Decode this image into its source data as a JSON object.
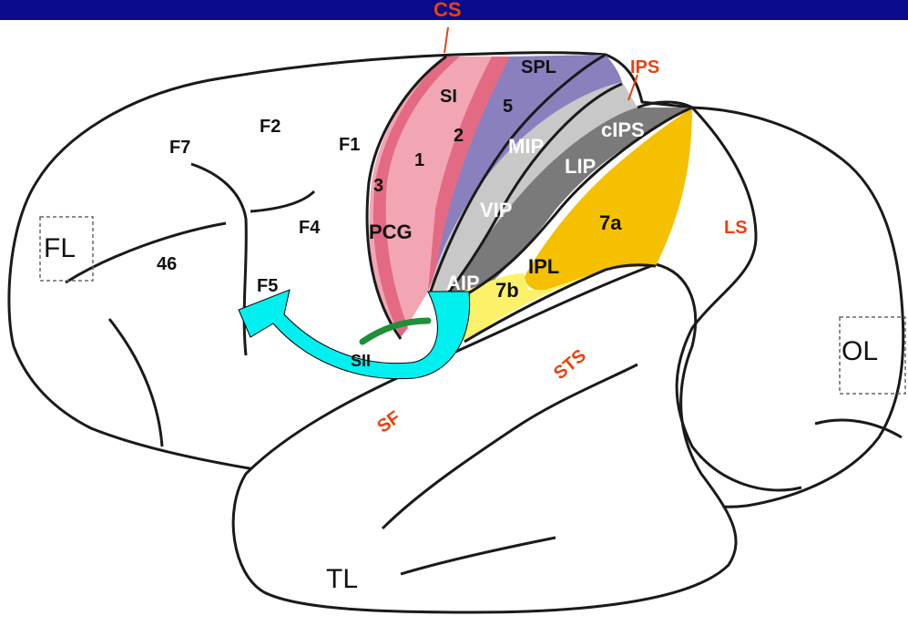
{
  "colors": {
    "topbar": "#0a0a8c",
    "outline": "#1a1a1a",
    "sulcus_label": "#e8420f",
    "pink_light": "#f2a6b4",
    "pink_dark": "#e46a84",
    "purple": "#8a80be",
    "gray_light": "#c8c8c8",
    "gray_dark": "#7a7a7a",
    "orange": "#f5c000",
    "yellow": "#fbf26a",
    "green": "#1f8f3a",
    "cyan_arrow": "#00f0f0"
  },
  "sulci": {
    "cs": "CS",
    "ips": "IPS",
    "ls": "LS",
    "sts": "STS",
    "sf": "SF"
  },
  "lobes": {
    "fl": "FL",
    "ol": "OL",
    "tl": "TL"
  },
  "frontal_areas": {
    "f7": "F7",
    "f2": "F2",
    "f1": "F1",
    "f4": "F4",
    "f5": "F5",
    "a46": "46",
    "sii": "SII"
  },
  "parietal_areas": {
    "si": "SI",
    "spl": "SPL",
    "a5": "5",
    "a2": "2",
    "a1": "1",
    "a3": "3",
    "pcg": "PCG",
    "mip": "MIP",
    "lip": "LIP",
    "cips": "cIPS",
    "vip": "VIP",
    "a7a": "7a",
    "ipl": "IPL",
    "aip": "AIP",
    "a7b": "7b"
  }
}
